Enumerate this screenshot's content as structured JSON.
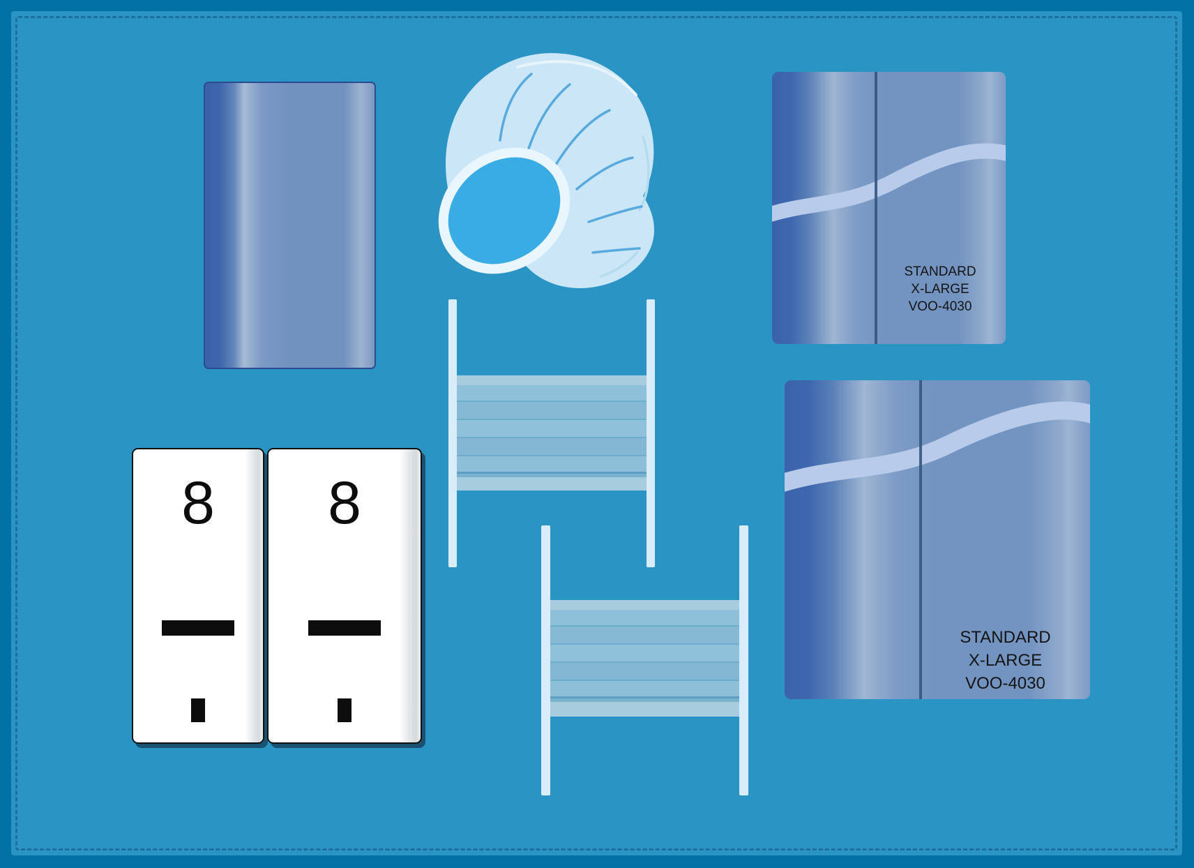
{
  "scene": {
    "description": "Sterile-field illustration: folded drape, bouffant cap, two rolled bandage spools, two size-8 wrapper cards and two folded gown packages on a blue drape with stitched dashed border"
  },
  "colors": {
    "outer_border": "#0272a6",
    "field": "#2a94c4",
    "dash": "#1d6fa0",
    "drape_edge": "#3a62ab",
    "drape_body": "#7191bf",
    "package_body": "#7394c1",
    "package_dark_edge": "#3a63ac",
    "package_fold_line": "#33567e",
    "package_stripe": "#b8cbea",
    "package_text": "#141414",
    "cap_body": "#cbe7f7",
    "cap_rim": "#e9f6fd",
    "cap_opening": "#39ace5",
    "cap_pleat": "#58a9dd",
    "spool_bar": "#d9ecf9",
    "roll_base": "#84b8d3",
    "roll_cap": "#a6ccde",
    "roll_line": "#6fadcd",
    "card_bg": "#ffffff",
    "card_border": "#111111",
    "card_ink": "#0d0d0d"
  },
  "packages": [
    {
      "name": "package-top-right",
      "lines": [
        "STANDARD",
        "X-LARGE",
        "VOO-4030"
      ]
    },
    {
      "name": "package-bottom-right",
      "lines": [
        "STANDARD",
        "X-LARGE",
        "VOO-4030"
      ]
    }
  ],
  "cards": [
    {
      "number": "8"
    },
    {
      "number": "8"
    }
  ]
}
